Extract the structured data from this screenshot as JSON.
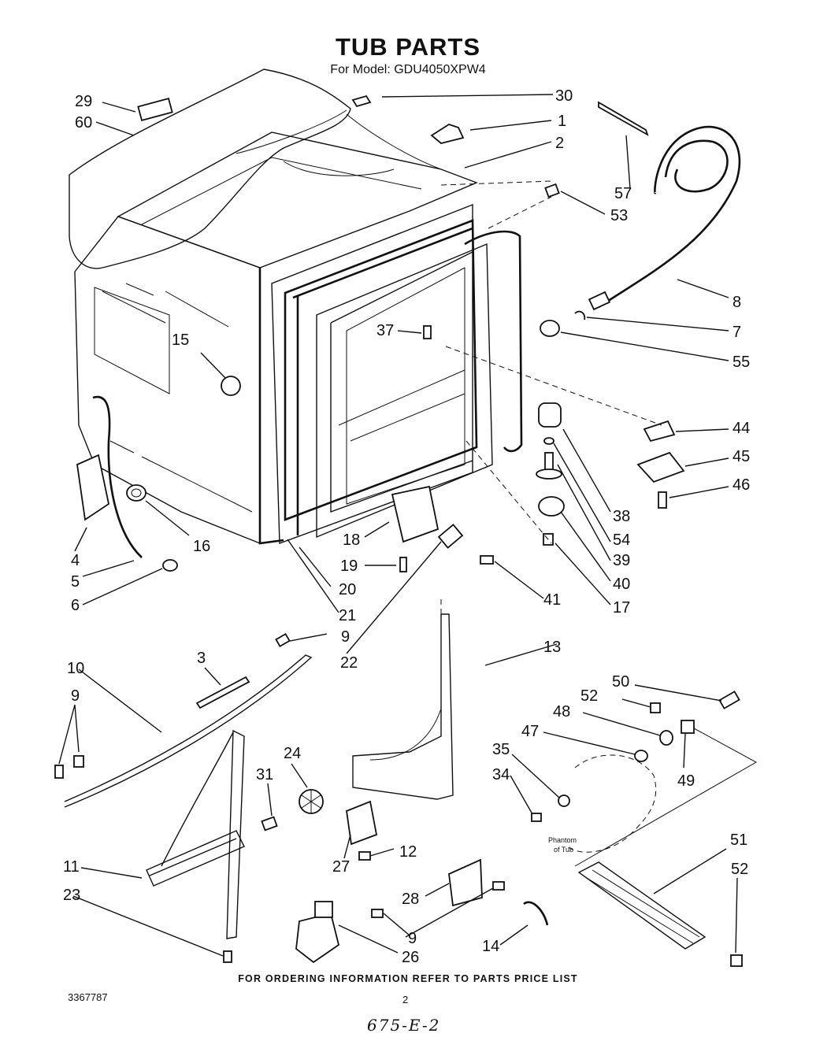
{
  "title": "TUB PARTS",
  "model_line": "For Model: GDU4050XPW4",
  "footer_note": "FOR ORDERING INFORMATION REFER TO PARTS PRICE LIST",
  "document_number": "3367787",
  "page_number": "2",
  "handwritten_code": "675-E-2",
  "phantom_label": {
    "line1": "Phantom",
    "line2": "of Tub"
  },
  "callouts": [
    "1",
    "2",
    "3",
    "4",
    "5",
    "6",
    "7",
    "8",
    "9",
    "9",
    "9",
    "9",
    "10",
    "11",
    "12",
    "13",
    "14",
    "15",
    "16",
    "17",
    "18",
    "19",
    "20",
    "21",
    "22",
    "23",
    "24",
    "26",
    "27",
    "28",
    "29",
    "30",
    "31",
    "34",
    "35",
    "37",
    "38",
    "39",
    "40",
    "41",
    "44",
    "45",
    "46",
    "47",
    "48",
    "49",
    "50",
    "51",
    "52",
    "52",
    "53",
    "54",
    "55",
    "57",
    "60"
  ]
}
